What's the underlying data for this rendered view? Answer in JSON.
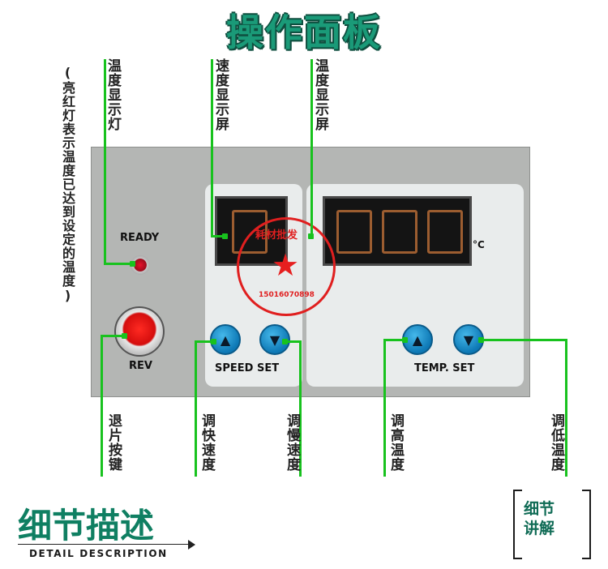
{
  "title": "操作面板",
  "callouts": {
    "bright_red": "(亮红灯表示温度已达到设定的温度)",
    "temp_indicator": "温度显示灯",
    "speed_display": "速度显示屏",
    "temp_display": "温度显示屏",
    "eject_button": "退片按键",
    "speed_up": "调快速度",
    "speed_down": "调慢速度",
    "temp_up": "调高温度",
    "temp_down": "调低温度"
  },
  "panel": {
    "ready_label": "READY",
    "rev_label": "REV",
    "speed_set_label": "SPEED  SET",
    "temp_set_label": "TEMP. SET",
    "degree_unit": "°C"
  },
  "stamp": {
    "text": "耗材批发",
    "number": "15016070898"
  },
  "footer": {
    "detail_cn": "细节描述",
    "detail_en": "DETAIL DESCRIPTION",
    "explain": "细节\n讲解"
  },
  "colors": {
    "title": "#1a9a78",
    "panel": "#b4b6b4",
    "callout_line": "#18c21e",
    "button_blue": "#0d78b5",
    "led_red": "#e8102b",
    "segment": "#c9763a"
  },
  "icons": [
    "arrow-up-icon",
    "arrow-down-icon",
    "star-icon"
  ]
}
